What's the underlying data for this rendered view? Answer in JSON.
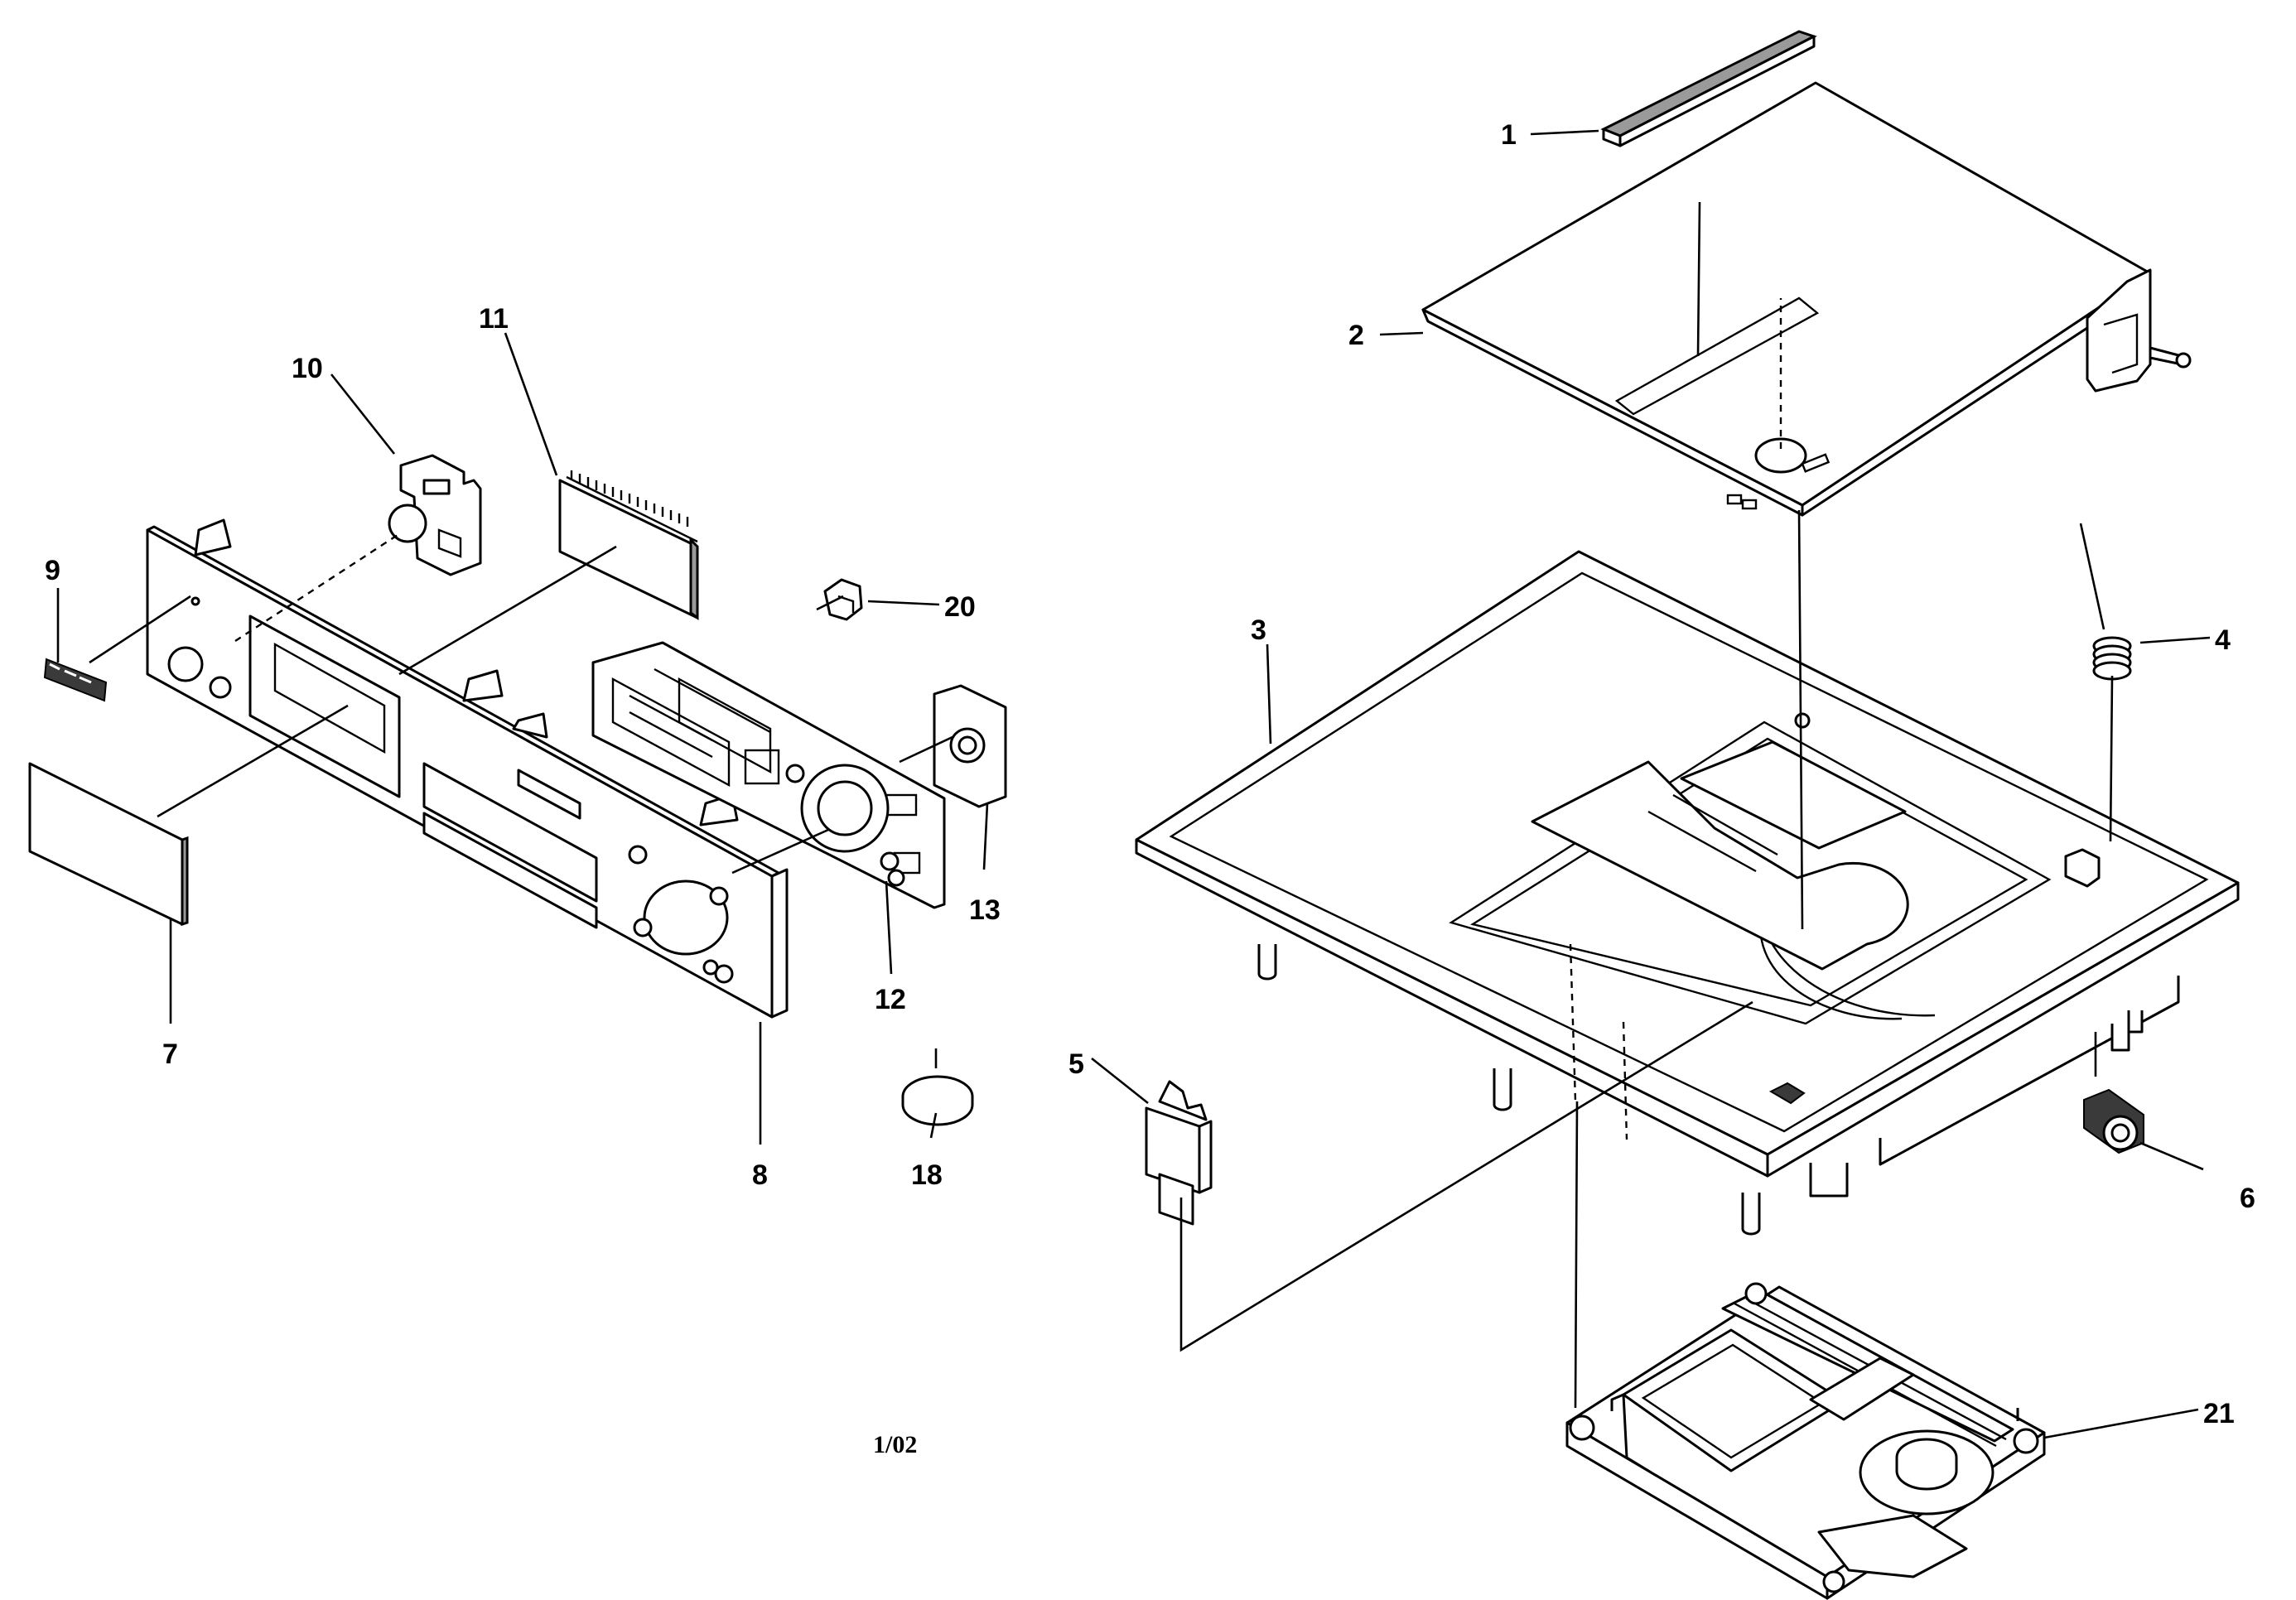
{
  "callouts": [
    {
      "id": "1",
      "label": "1"
    },
    {
      "id": "2",
      "label": "2"
    },
    {
      "id": "3",
      "label": "3"
    },
    {
      "id": "4",
      "label": "4"
    },
    {
      "id": "5",
      "label": "5"
    },
    {
      "id": "6",
      "label": "6"
    },
    {
      "id": "7",
      "label": "7"
    },
    {
      "id": "8",
      "label": "8"
    },
    {
      "id": "9",
      "label": "9"
    },
    {
      "id": "10",
      "label": "10"
    },
    {
      "id": "11",
      "label": "11"
    },
    {
      "id": "12",
      "label": "12"
    },
    {
      "id": "13",
      "label": "13"
    },
    {
      "id": "18",
      "label": "18"
    },
    {
      "id": "20",
      "label": "20"
    },
    {
      "id": "21",
      "label": "21"
    }
  ],
  "sheet_code": "1/02"
}
